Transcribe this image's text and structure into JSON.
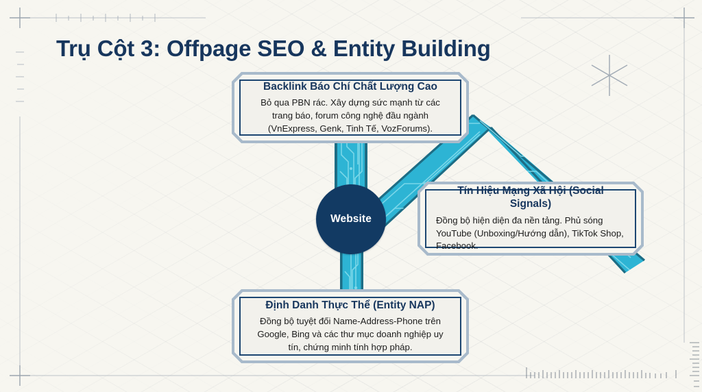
{
  "page": {
    "title": "Trụ Cột 3: Offpage SEO & Entity Building",
    "background_color": "#f7f6f0",
    "accent_navy": "#17365d",
    "accent_cyan": "#2db4d4",
    "card_frame_color": "#a8bacb"
  },
  "hub": {
    "label": "Website",
    "color": "#123a63"
  },
  "cards": [
    {
      "id": "backlink",
      "title": "Backlink Báo Chí Chất Lượng Cao",
      "description": "Bỏ qua PBN rác. Xây dựng sức mạnh từ các trang báo, forum công nghệ đầu ngành (VnExpress, Genk, Tinh Tế, VozForums).",
      "position": "top"
    },
    {
      "id": "social",
      "title": "Tín Hiệu Mạng Xã Hội (Social Signals)",
      "description": "Đồng bộ hiện diện đa nền tảng. Phủ sóng YouTube (Unboxing/Hướng dẫn), TikTok Shop, Facebook.",
      "position": "right"
    },
    {
      "id": "entity",
      "title": "Định Danh Thực Thể (Entity NAP)",
      "description": "Đồng bộ tuyệt đối Name-Address-Phone trên Google, Bing và các thư mục doanh nghiệp uy tín, chứng minh tính hợp pháp.",
      "position": "bottom"
    }
  ],
  "decorations": {
    "top_left_crosshair": "crosshair-marker",
    "bottom_left_crosshair": "crosshair-marker",
    "top_right_crosshair": "crosshair-marker",
    "star_marker": "six-point-star-marker",
    "top_ruler": "tick-ruler",
    "bottom_ruler": "tick-ruler",
    "right_ruler": "tick-ruler"
  }
}
